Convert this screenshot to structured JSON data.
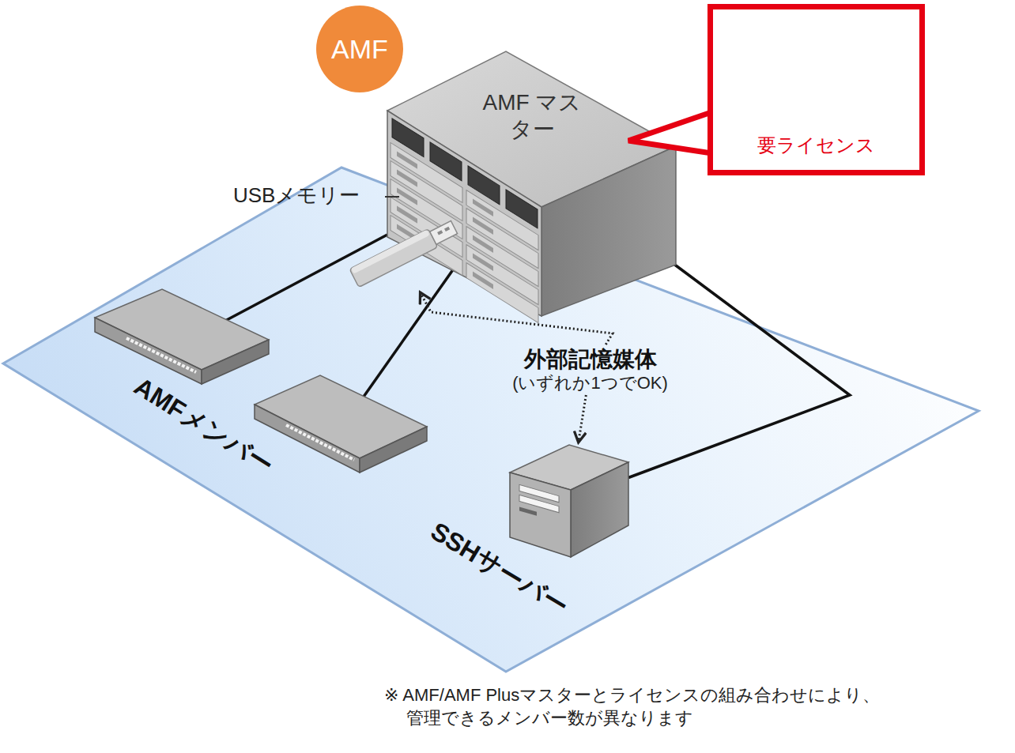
{
  "diagram": {
    "nodes": [
      {
        "text": [
          "AMF"
        ]
      },
      {
        "text": [
          "AMF マスター"
        ]
      },
      {
        "text": [
          "要ライセンス"
        ]
      },
      {
        "text": [
          "USBメモリー"
        ]
      },
      {
        "text": []
      },
      {
        "text": [
          "外部記憶媒体",
          "(いずれか1つでOK)"
        ]
      },
      {
        "text": [
          "AMFメンバー"
        ]
      },
      {
        "text": [
          "SSHサーバー"
        ]
      }
    ],
    "edges": [
      {
        "from": 1,
        "to": 4,
        "arrow": "none"
      },
      {
        "from": 1,
        "to": 6,
        "arrow": "none"
      },
      {
        "from": 1,
        "to": 7,
        "arrow": "none"
      },
      {
        "from": 5,
        "to": 3,
        "arrow": "to"
      },
      {
        "from": 5,
        "to": 7,
        "arrow": "to"
      }
    ],
    "labels": [
      "※ AMF/AMF Plusマスターとライセンスの組み合わせにより、 管理できるメンバー数が異なります"
    ]
  }
}
